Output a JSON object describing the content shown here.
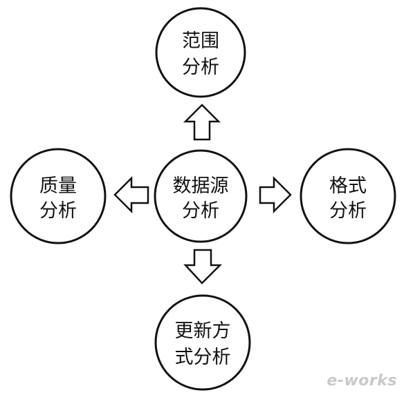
{
  "diagram": {
    "center": {
      "line1": "数据源",
      "line2": "分析"
    },
    "top": {
      "line1": "范围",
      "line2": "分析"
    },
    "left": {
      "line1": "质量",
      "line2": "分析"
    },
    "right": {
      "line1": "格式",
      "line2": "分析"
    },
    "bottom": {
      "line1": "更新方",
      "line2": "式分析"
    },
    "arrows": [
      "up",
      "left",
      "right",
      "down"
    ]
  },
  "watermark": {
    "text": "e-works"
  },
  "colors": {
    "stroke": "#111111",
    "background": "#ffffff",
    "watermark": "#c9c9c9"
  }
}
